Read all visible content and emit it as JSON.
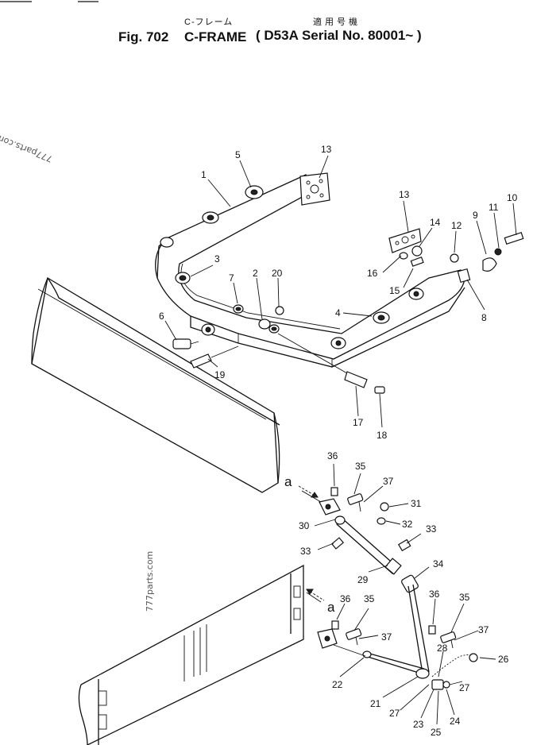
{
  "header": {
    "jp_subtitle": "C-フレーム",
    "jp_applies": "適用号機",
    "figure_number": "Fig. 702",
    "title": "C-FRAME",
    "serial": "( D53A  Serial No. 80001~ )"
  },
  "watermarks": [
    "777parts.com",
    "777parts.com"
  ],
  "callouts": [
    {
      "id": "c1",
      "text": "1"
    },
    {
      "id": "c5",
      "text": "5"
    },
    {
      "id": "c13a",
      "text": "13"
    },
    {
      "id": "c13b",
      "text": "13"
    },
    {
      "id": "c14",
      "text": "14"
    },
    {
      "id": "c12",
      "text": "12"
    },
    {
      "id": "c9",
      "text": "9"
    },
    {
      "id": "c11",
      "text": "11"
    },
    {
      "id": "c10",
      "text": "10"
    },
    {
      "id": "c3",
      "text": "3"
    },
    {
      "id": "c7",
      "text": "7"
    },
    {
      "id": "c2",
      "text": "2"
    },
    {
      "id": "c20",
      "text": "20"
    },
    {
      "id": "c16",
      "text": "16"
    },
    {
      "id": "c15",
      "text": "15"
    },
    {
      "id": "c8",
      "text": "8"
    },
    {
      "id": "c4",
      "text": "4"
    },
    {
      "id": "c6",
      "text": "6"
    },
    {
      "id": "c19",
      "text": "19"
    },
    {
      "id": "c17",
      "text": "17"
    },
    {
      "id": "c18",
      "text": "18"
    },
    {
      "id": "c36a",
      "text": "36"
    },
    {
      "id": "c35a",
      "text": "35"
    },
    {
      "id": "c37a",
      "text": "37"
    },
    {
      "id": "c31",
      "text": "31"
    },
    {
      "id": "c30",
      "text": "30"
    },
    {
      "id": "c32",
      "text": "32"
    },
    {
      "id": "c33a",
      "text": "33"
    },
    {
      "id": "c33b",
      "text": "33"
    },
    {
      "id": "c34",
      "text": "34"
    },
    {
      "id": "c29",
      "text": "29"
    },
    {
      "id": "c36b",
      "text": "36"
    },
    {
      "id": "c35b",
      "text": "35"
    },
    {
      "id": "c37b",
      "text": "37"
    },
    {
      "id": "c36c",
      "text": "36"
    },
    {
      "id": "c35c",
      "text": "35"
    },
    {
      "id": "c37c",
      "text": "37"
    },
    {
      "id": "c28",
      "text": "28"
    },
    {
      "id": "c26",
      "text": "26"
    },
    {
      "id": "c22",
      "text": "22"
    },
    {
      "id": "c21",
      "text": "21"
    },
    {
      "id": "c27a",
      "text": "27"
    },
    {
      "id": "c27b",
      "text": "27"
    },
    {
      "id": "c23",
      "text": "23"
    },
    {
      "id": "c25",
      "text": "25"
    },
    {
      "id": "c24",
      "text": "24"
    },
    {
      "id": "ca1",
      "text": "a"
    },
    {
      "id": "ca2",
      "text": "a"
    }
  ]
}
